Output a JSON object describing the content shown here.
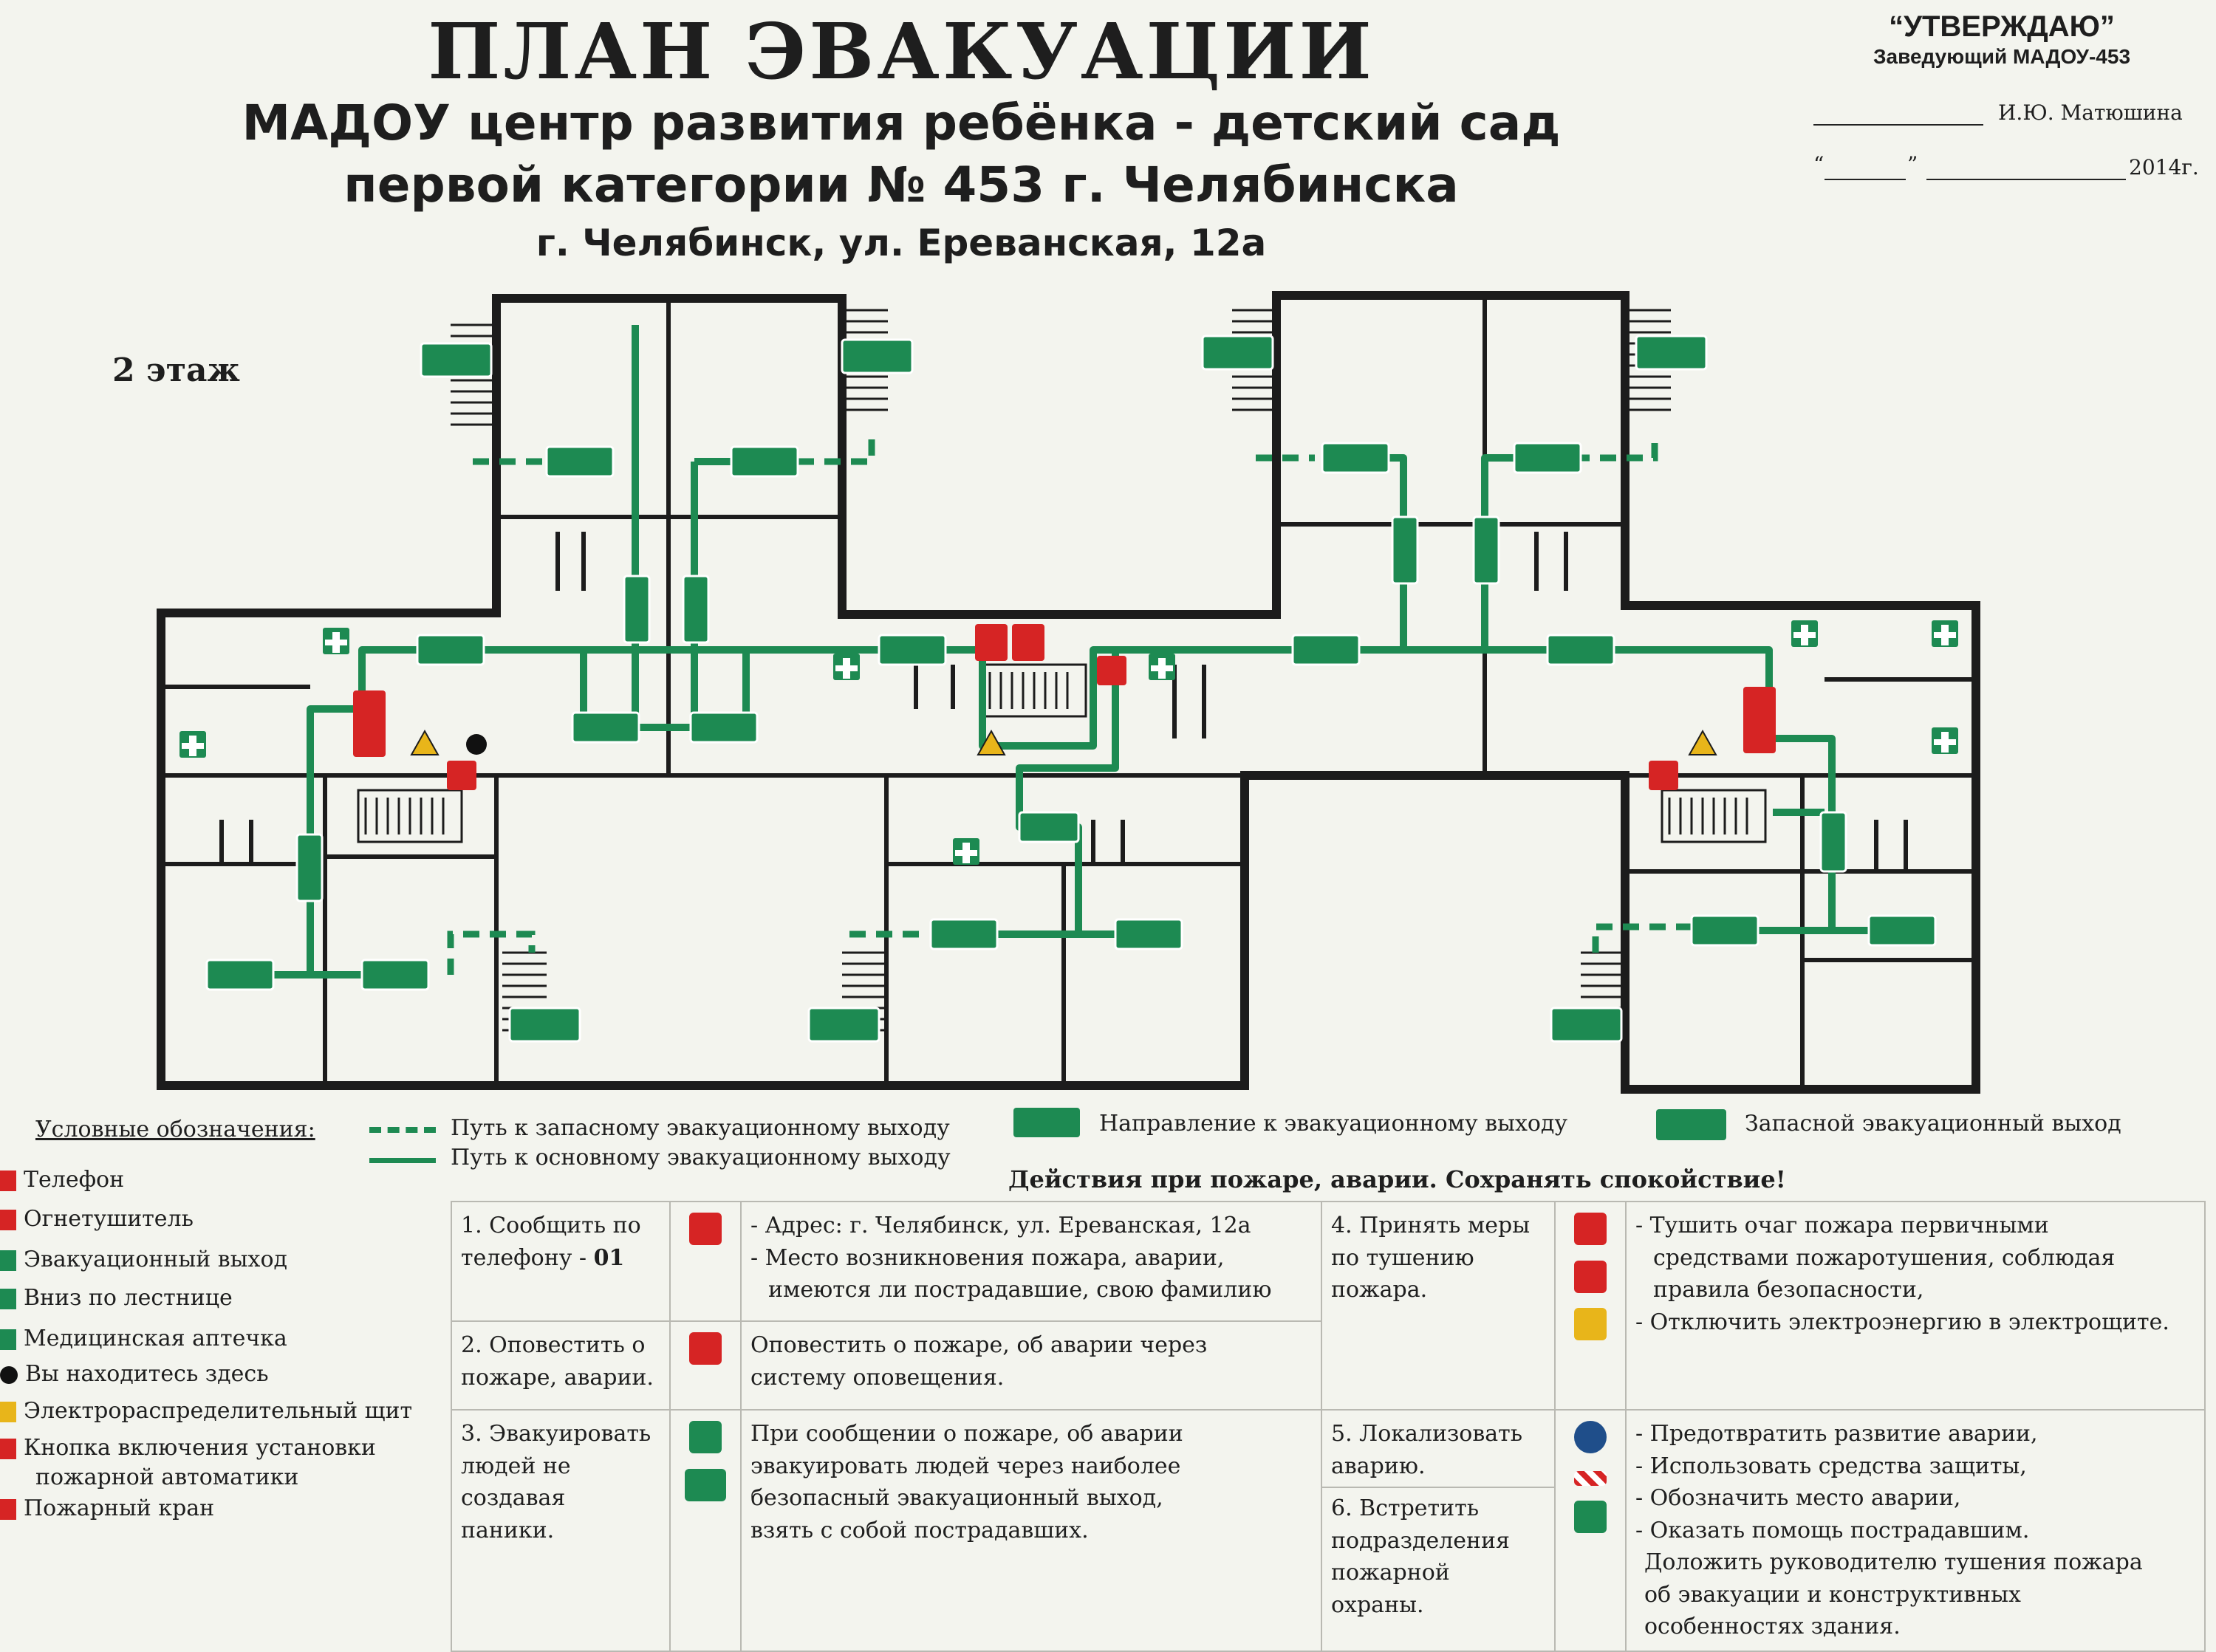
{
  "header": {
    "title": "ПЛАН ЭВАКУАЦИИ",
    "org_line1": "МАДОУ центр развития ребёнка - детский сад",
    "org_line2": "первой категории  № 453 г. Челябинска",
    "address": "г. Челябинск, ул. Ереванская, 12а"
  },
  "approval": {
    "heading": "“УТВЕРЖДАЮ”",
    "position": "Заведующий МАДОУ-453",
    "name": "И.Ю. Матюшина",
    "day_open": "“",
    "day_close": "”",
    "year": "2014г."
  },
  "floor_label": "2 этаж",
  "legend": {
    "title": "Условные обозначения:",
    "items": [
      {
        "label": "Телефон",
        "color": "#d62424"
      },
      {
        "label": "Огнетушитель",
        "color": "#d62424"
      },
      {
        "label": "Эвакуационный выход",
        "color": "#1d8a52"
      },
      {
        "label": "Вниз по лестнице",
        "color": "#1d8a52"
      },
      {
        "label": "Медицинская аптечка",
        "color": "#1d8a52"
      },
      {
        "label": "Вы находитесь здесь",
        "color": "#111111"
      },
      {
        "label": "Электрораспределительный щит",
        "color": "#e8b51a"
      },
      {
        "label": "Кнопка включения установки",
        "color": "#d62424"
      },
      {
        "label": "пожарной автоматики",
        "color": ""
      },
      {
        "label": "Пожарный кран",
        "color": "#d62424"
      }
    ],
    "route_reserve": "Путь к запасному эвакуационному выходу",
    "route_main": "Путь к основному эвакуационному выходу",
    "direction": "Направление к эвакуационному выходу",
    "reserve_exit": "Запасной эвакуационный выход"
  },
  "actions": {
    "heading": "Действия при пожаре, аварии.  Сохранять спокойствие!",
    "step1_a": "1.  Сообщить по",
    "step1_b": "телефону - ",
    "step1_num": "01",
    "step1_d1": "- Адрес: г. Челябинск, ул. Ереванская, 12а",
    "step1_d2": "- Место возникновения  пожара, аварии,",
    "step1_d3": "имеются ли пострадавшие, свою фамилию",
    "step2_a": "2.  Оповестить о",
    "step2_b": "пожаре, аварии.",
    "step2_d1": "Оповестить о пожаре, об аварии через",
    "step2_d2": "систему оповещения.",
    "step3_a": "3.  Эвакуировать",
    "step3_b": "людей не",
    "step3_c": "создавая паники.",
    "step3_d1": "При сообщении о пожаре, об аварии",
    "step3_d2": "эвакуировать людей через наиболее",
    "step3_d3": "безопасный эвакуационный выход,",
    "step3_d4": "взять с собой пострадавших.",
    "step4_a": "4.  Принять меры",
    "step4_b": "по тушению",
    "step4_c": "пожара.",
    "step4_d1": "- Тушить очаг пожара первичными",
    "step4_d2": "средствами пожаротушения, соблюдая",
    "step4_d3": "правила безопасности,",
    "step4_d4": "- Отключить электроэнергию в электрощите.",
    "step5_a": "5.  Локализовать",
    "step5_b": "аварию.",
    "step5_d1": "- Предотвратить развитие аварии,",
    "step5_d2": "- Использовать средства защиты,",
    "step5_d3": "- Обозначить место аварии,",
    "step5_d4": "- Оказать помощь пострадавшим.",
    "step6_a": "6.  Встретить",
    "step6_b": "подразделения",
    "step6_c": "пожарной охраны.",
    "step6_d1": "Доложить руководителю тушения пожара",
    "step6_d2": "об эвакуации и конструктивных",
    "step6_d3": "особенностях здания."
  },
  "colors": {
    "wall": "#1c1c1c",
    "route": "#1d8a52",
    "danger": "#d62424",
    "warning": "#e8b51a",
    "background": "#f3f4ee"
  }
}
